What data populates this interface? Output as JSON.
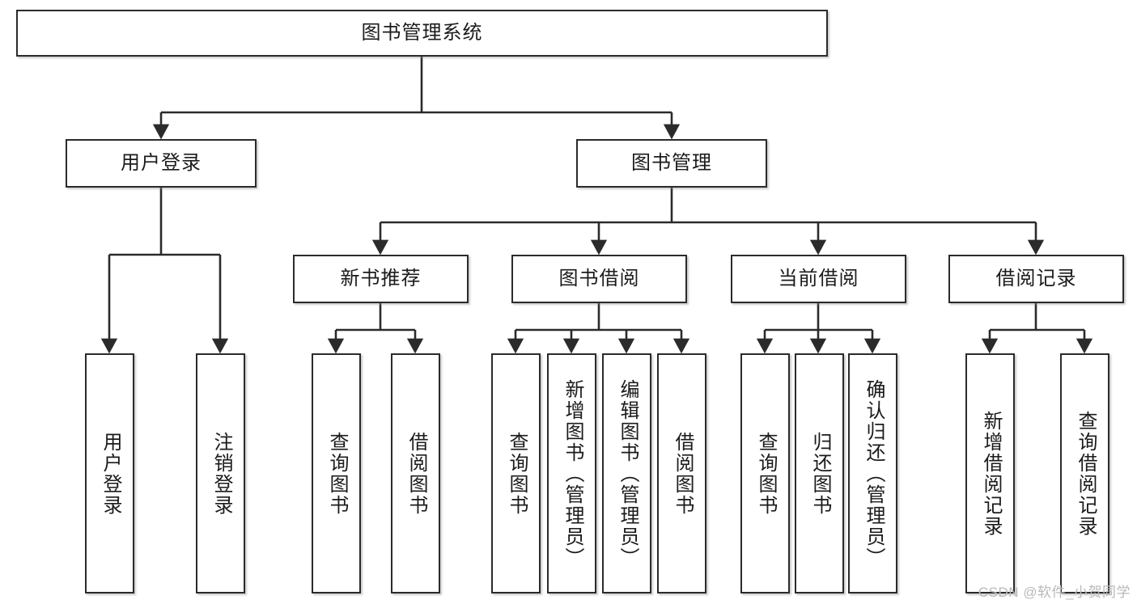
{
  "diagram": {
    "type": "tree-hierarchy-chart",
    "title": "图书管理系统",
    "stroke_color": "#2b2b2b",
    "fill_color": "#ffffff",
    "text_color": "#1b1b1b",
    "watermark": "CSDN @软件_小贺同学",
    "levels": {
      "root": {
        "label": "图书管理系统"
      },
      "level2": [
        {
          "id": "user-login",
          "label": "用户登录"
        },
        {
          "id": "book-manage",
          "label": "图书管理"
        }
      ],
      "level3": [
        {
          "id": "new-book-recommend",
          "label": "新书推荐"
        },
        {
          "id": "book-borrow",
          "label": "图书借阅"
        },
        {
          "id": "current-borrow",
          "label": "当前借阅"
        },
        {
          "id": "borrow-record",
          "label": "借阅记录"
        }
      ],
      "leaves": {
        "user-login": [
          {
            "id": "leaf-user-login",
            "label": "用户登录"
          },
          {
            "id": "leaf-user-logout",
            "label": "注销登录"
          }
        ],
        "new-book-recommend": [
          {
            "id": "leaf-query-book-1",
            "label": "查询图书"
          },
          {
            "id": "leaf-borrow-book-1",
            "label": "借阅图书"
          }
        ],
        "book-borrow": [
          {
            "id": "leaf-query-book-2",
            "label": "查询图书"
          },
          {
            "id": "leaf-add-book",
            "label": "新增图书（管理员）"
          },
          {
            "id": "leaf-edit-book",
            "label": "编辑图书（管理员）"
          },
          {
            "id": "leaf-borrow-book-2",
            "label": "借阅图书"
          }
        ],
        "current-borrow": [
          {
            "id": "leaf-query-book-3",
            "label": "查询图书"
          },
          {
            "id": "leaf-return-book",
            "label": "归还图书"
          },
          {
            "id": "leaf-confirm-return",
            "label": "确认归还（管理员）"
          }
        ],
        "borrow-record": [
          {
            "id": "leaf-add-record",
            "label": "新增借阅记录"
          },
          {
            "id": "leaf-query-record",
            "label": "查询借阅记录"
          }
        ]
      }
    }
  }
}
